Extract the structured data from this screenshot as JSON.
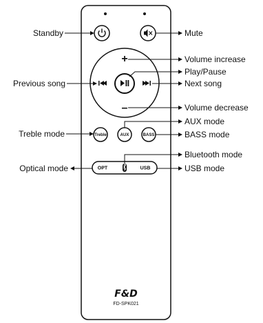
{
  "labels": {
    "standby": "Standby",
    "mute": "Mute",
    "volume_increase": "Volume increase",
    "play_pause": "Play/Pause",
    "previous_song": "Previous song",
    "next_song": "Next song",
    "volume_decrease": "Volume decrease",
    "aux_mode": "AUX mode",
    "treble_mode": "Treble mode",
    "bass_mode": "BASS mode",
    "bluetooth_mode": "Bluetooth mode",
    "optical_mode": "Optical mode",
    "usb_mode": "USB mode"
  },
  "buttons": {
    "treble": "Treble",
    "aux": "AUX",
    "bass": "BASS",
    "opt": "OPT",
    "usb": "USB",
    "plus": "+",
    "minus": "–"
  },
  "brand": {
    "logo": "F&D",
    "model": "FD-SPK021"
  }
}
